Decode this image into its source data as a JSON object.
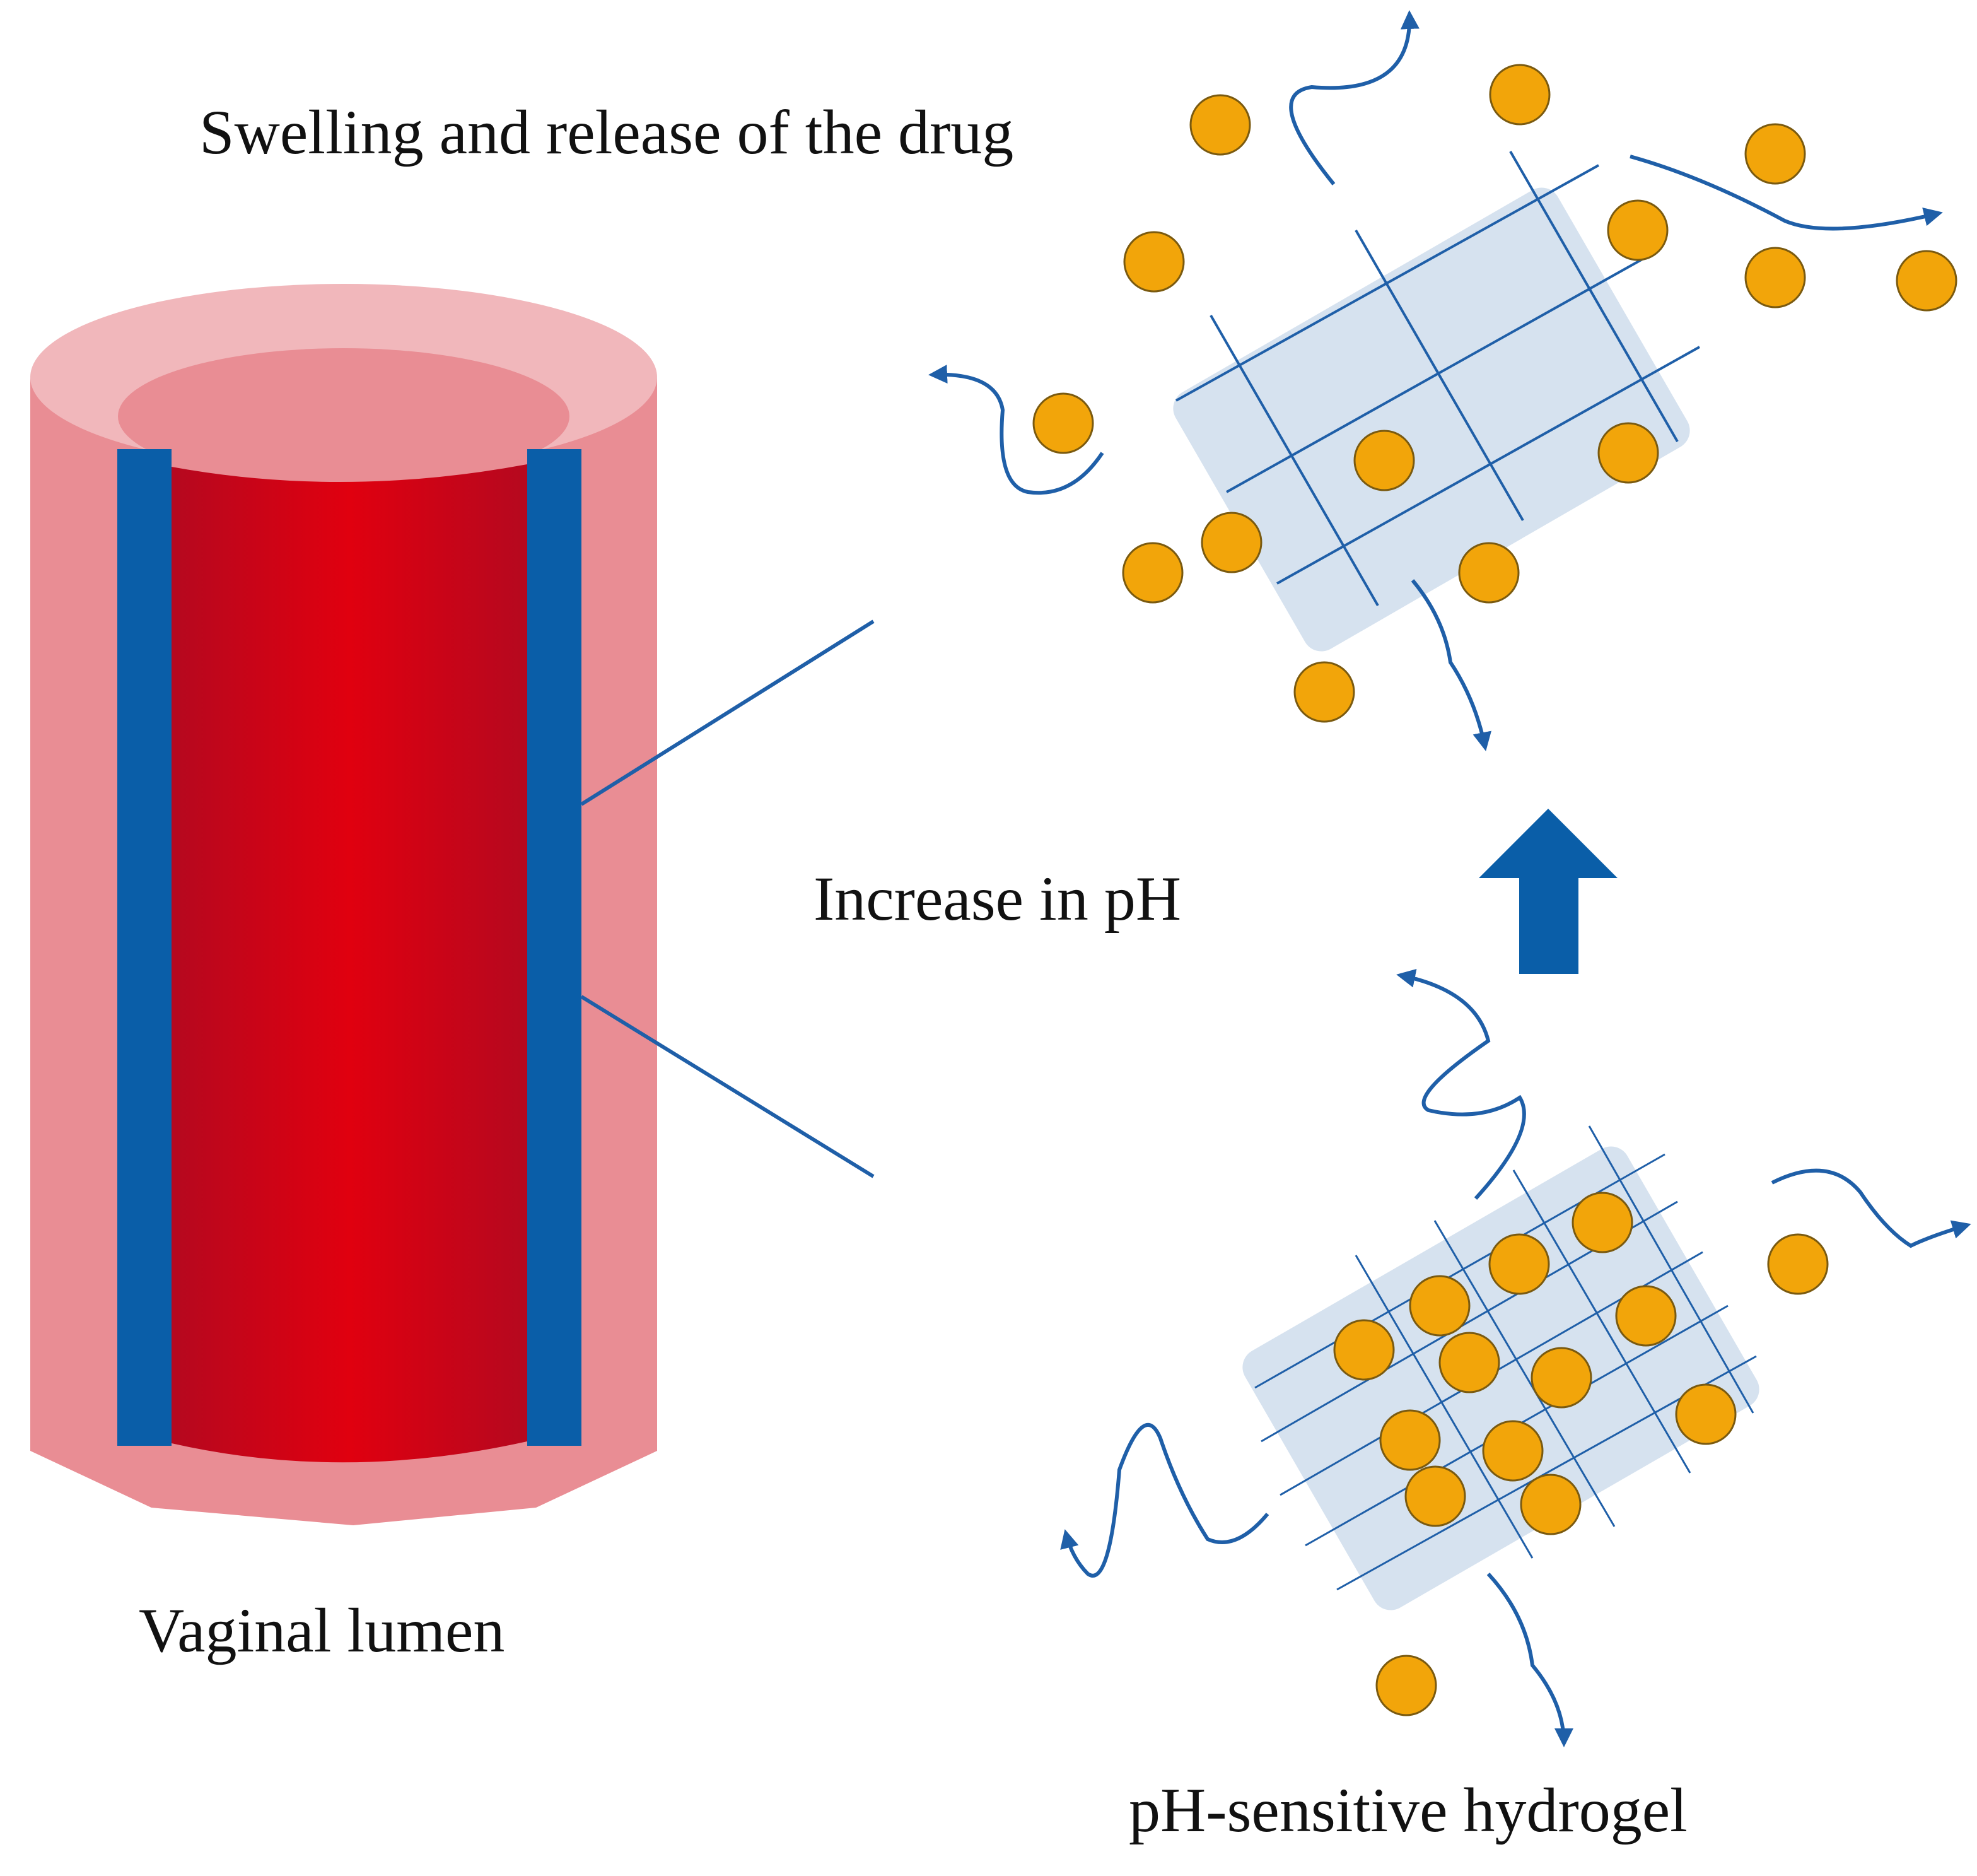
{
  "labels": {
    "swelling": "Swelling and release of the drug",
    "increase": "Increase in pH",
    "vaginal": "Vaginal lumen",
    "hydrogel": "pH-sensitive hydrogel"
  },
  "colors": {
    "tube_outer": "#e98d94",
    "tube_rim": "#f1b7bb",
    "tube_inner_top": "#e98d94",
    "hydrogel_layer": "#0a5ea8",
    "lumen_core": "#e0000f",
    "lumen_edge": "#b5081f",
    "drug_particle": "#f2a50a",
    "drug_outline": "#7a5a10",
    "mesh_fill": "#d6e2ef",
    "mesh_line": "#1f5fa8",
    "arrow": "#0a5ea8"
  },
  "icons": {
    "up_arrow": "up-arrow-icon"
  }
}
